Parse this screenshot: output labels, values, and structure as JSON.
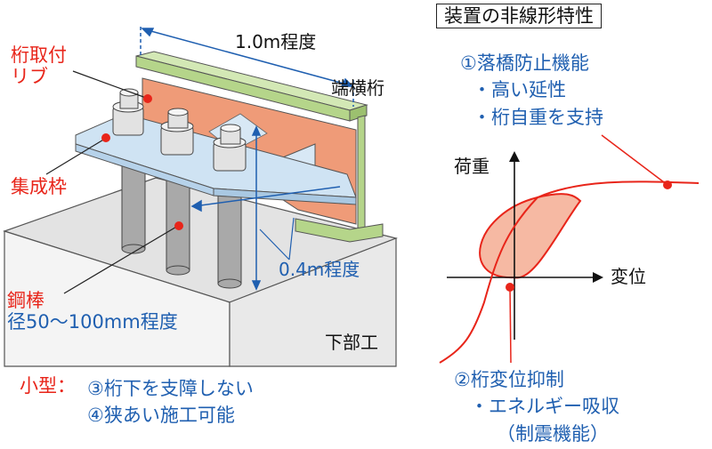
{
  "left": {
    "label_rib": [
      "桁取付",
      "リブ"
    ],
    "label_frame": "集成枠",
    "label_rod": [
      "鋼棒",
      "径50～100mm程度"
    ],
    "label_end_girder": "端横桁",
    "label_substructure": "下部工",
    "dim_length": "1.0m程度",
    "dim_height": "0.4m程度",
    "small_label": "小型：",
    "small_items": [
      "③桁下を支障しない",
      "④狭あい施工可能"
    ]
  },
  "right": {
    "title": "装置の非線形特性",
    "func1": "①落橋防止機能",
    "func1_items": [
      "・高い延性",
      "・桁自重を支持"
    ],
    "ylabel": "荷重",
    "xlabel": "変位",
    "func2": "②桁変位抑制",
    "func2_items": [
      "・エネルギー吸収",
      "（制震機能）"
    ]
  },
  "colors": {
    "red": "#e8251a",
    "blue": "#1f5fb0",
    "girder_green": "#b5d58a",
    "rib_orange": "#ef9b78",
    "frame_blue": "#cfe3f3",
    "rod_gray": "#a9a9a9",
    "hysteresis_fill": "#f6b9a3"
  }
}
